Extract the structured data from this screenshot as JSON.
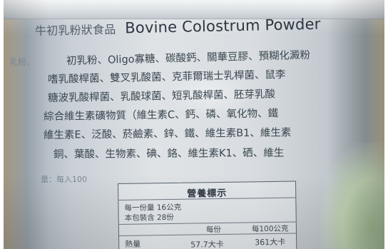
{
  "product": {
    "title_cn_partial": "牛初乳粉狀食品",
    "title_en": "Bovine Colostrum Powder"
  },
  "ingredients": {
    "lines": [
      "初乳粉、Oligo寡糖、碳酸鈣、關華豆膠、預糊化澱粉",
      "嗜乳酸桿菌、雙叉乳酸菌、克菲爾瑞士乳桿菌、鼠李",
      "糖波乳酸桿菌、乳酸球菌、短乳酸桿菌、胚芽乳酸",
      "綜合維生素礦物質（維生素C、鈣、磷、氧化物、鐵",
      "維生素E、泛酸、菸鹼素、鋅、鐵、維生素B1、維生素",
      "銅、葉酸、生物素、碘、鉻、維生素K1、硒、維生"
    ],
    "faint_left": "乳粉、",
    "faint_bottom": "量：每入100"
  },
  "nutrition": {
    "title": "營養標示",
    "serving_size": "每一份量 16公克",
    "servings": "本包裝含 28份",
    "col_per_serving": "每份",
    "col_per_100": "每100公克",
    "energy_label": "熱量",
    "energy_per_serving": "57.7大卡",
    "energy_per_100": "361大卡"
  }
}
